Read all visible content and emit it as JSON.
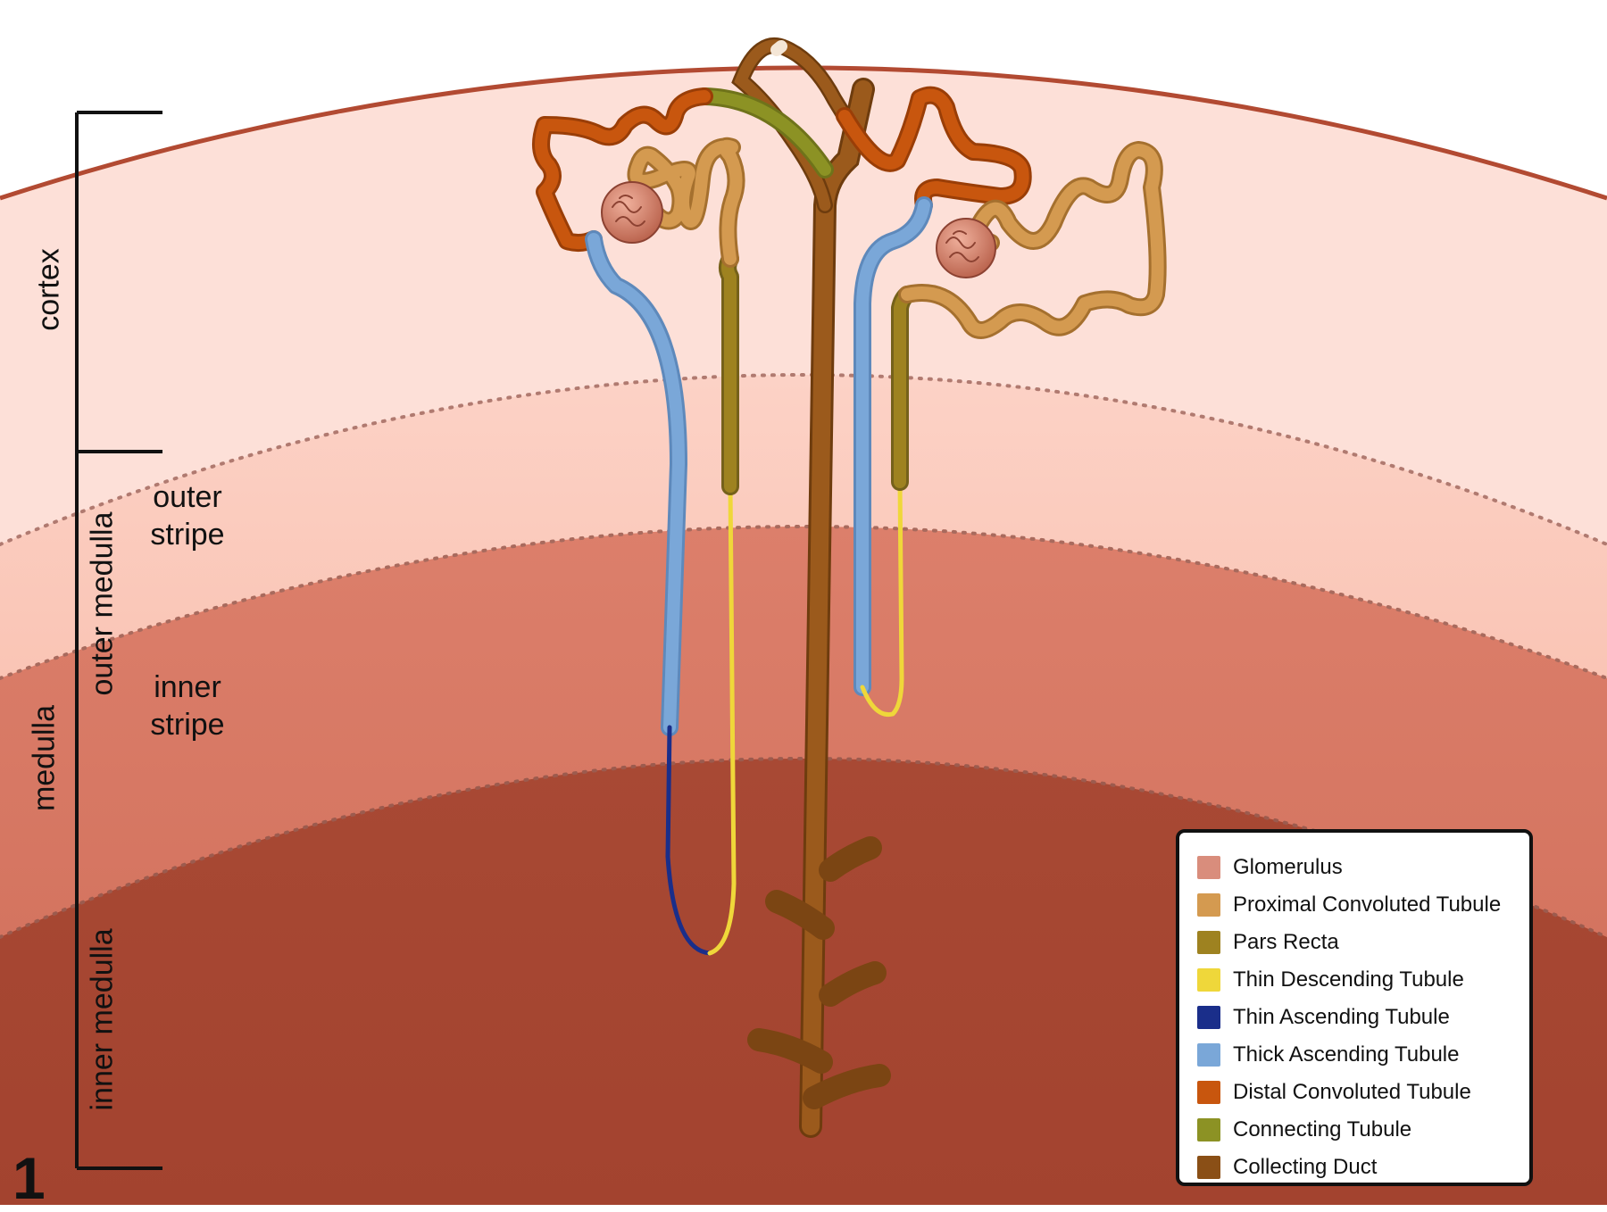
{
  "zones": {
    "cortex": "cortex",
    "medulla": "medulla",
    "outer_medulla": "outer medulla",
    "inner_medulla": "inner medulla",
    "outer_stripe": "outer\nstripe",
    "inner_stripe": "inner\nstripe"
  },
  "figure_number": "1",
  "legend": [
    {
      "label": "Glomerulus",
      "color": "#d98d7c"
    },
    {
      "label": "Proximal Convoluted Tubule",
      "color": "#d49a50"
    },
    {
      "label": "Pars Recta",
      "color": "#9e8220"
    },
    {
      "label": "Thin Descending Tubule",
      "color": "#efd73a"
    },
    {
      "label": "Thin Ascending Tubule",
      "color": "#1a2e8a"
    },
    {
      "label": "Thick Ascending Tubule",
      "color": "#7aa7d8"
    },
    {
      "label": "Distal Convoluted Tubule",
      "color": "#c8560e"
    },
    {
      "label": "Connecting Tubule",
      "color": "#8c9224"
    },
    {
      "label": "Collecting Duct",
      "color": "#8a4f16"
    }
  ],
  "colors": {
    "cortex": "#fde0d8",
    "outer_stripe": "#f8b6a2",
    "inner_stripe": "#d77763",
    "inner_medulla": "#a84832",
    "capsule": "#b24a32"
  }
}
